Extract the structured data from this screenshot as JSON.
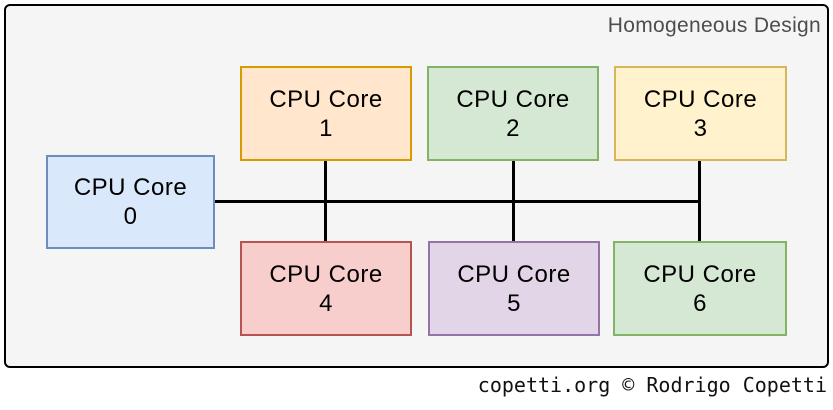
{
  "frame": {
    "title": "Homogeneous Design",
    "background": "#f5f5f5",
    "border_color": "#000000",
    "title_color": "#4d4d4d"
  },
  "cores": [
    {
      "name": "CPU Core",
      "number": "0",
      "fill": "#dae8fc",
      "stroke": "#6c8ebf"
    },
    {
      "name": "CPU Core",
      "number": "1",
      "fill": "#ffe6cc",
      "stroke": "#d79b00"
    },
    {
      "name": "CPU Core",
      "number": "2",
      "fill": "#d5e8d4",
      "stroke": "#82b366"
    },
    {
      "name": "CPU Core",
      "number": "3",
      "fill": "#fff2cc",
      "stroke": "#d6b656"
    },
    {
      "name": "CPU Core",
      "number": "4",
      "fill": "#f8cecc",
      "stroke": "#b85450"
    },
    {
      "name": "CPU Core",
      "number": "5",
      "fill": "#e1d5e7",
      "stroke": "#9673a6"
    },
    {
      "name": "CPU Core",
      "number": "6",
      "fill": "#d5e8d4",
      "stroke": "#82b366"
    }
  ],
  "bus": {
    "color": "#000000"
  },
  "footer": {
    "attribution": "copetti.org © Rodrigo Copetti"
  }
}
